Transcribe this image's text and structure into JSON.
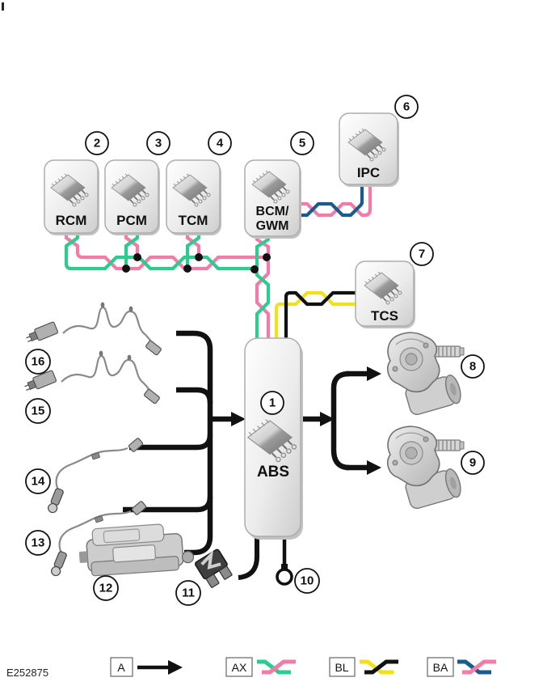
{
  "figure_id": "E252875",
  "modules": {
    "abs": "ABS",
    "rcm": "RCM",
    "pcm": "PCM",
    "tcm": "TCM",
    "bcm_line1": "BCM/",
    "bcm_line2": "GWM",
    "ipc": "IPC",
    "tcs": "TCS"
  },
  "callouts": {
    "n1": "1",
    "n2": "2",
    "n3": "3",
    "n4": "4",
    "n5": "5",
    "n6": "6",
    "n7": "7",
    "n8": "8",
    "n9": "9",
    "n10": "10",
    "n11": "11",
    "n12": "12",
    "n13": "13",
    "n14": "14",
    "n15": "15",
    "n16": "16"
  },
  "legend": {
    "arrow_code": "A",
    "pair_green_pink_code": "AX",
    "pair_black_yellow_code": "BL",
    "pair_blue_pink_code": "BA"
  },
  "colors": {
    "can_pink": "#f07ca8",
    "can_green": "#2fcb8e",
    "wire_yellow": "#f2df1f",
    "wire_black": "#111111",
    "wire_blue": "#1b5a8c",
    "line_black": "#111111"
  }
}
